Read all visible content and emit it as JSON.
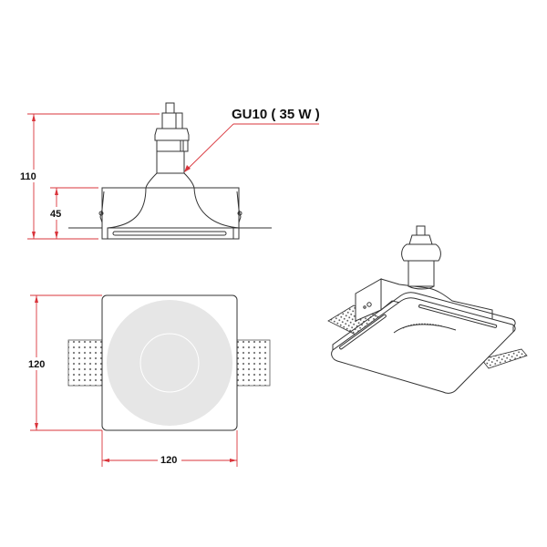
{
  "diagram": {
    "type": "technical-drawing",
    "subject": "recessed square plaster downlight",
    "colors": {
      "dimension_line": "#d9343b",
      "outline": "#333333",
      "face_disc": "#e6e6e6",
      "background": "#ffffff"
    },
    "side_view": {
      "lamp_label": "GU10 ( 35 W )",
      "dim_overall_height": "110",
      "dim_body_height": "45"
    },
    "plan_view": {
      "dim_height": "120",
      "dim_width": "120"
    },
    "iso_view": {
      "caption": ""
    }
  }
}
